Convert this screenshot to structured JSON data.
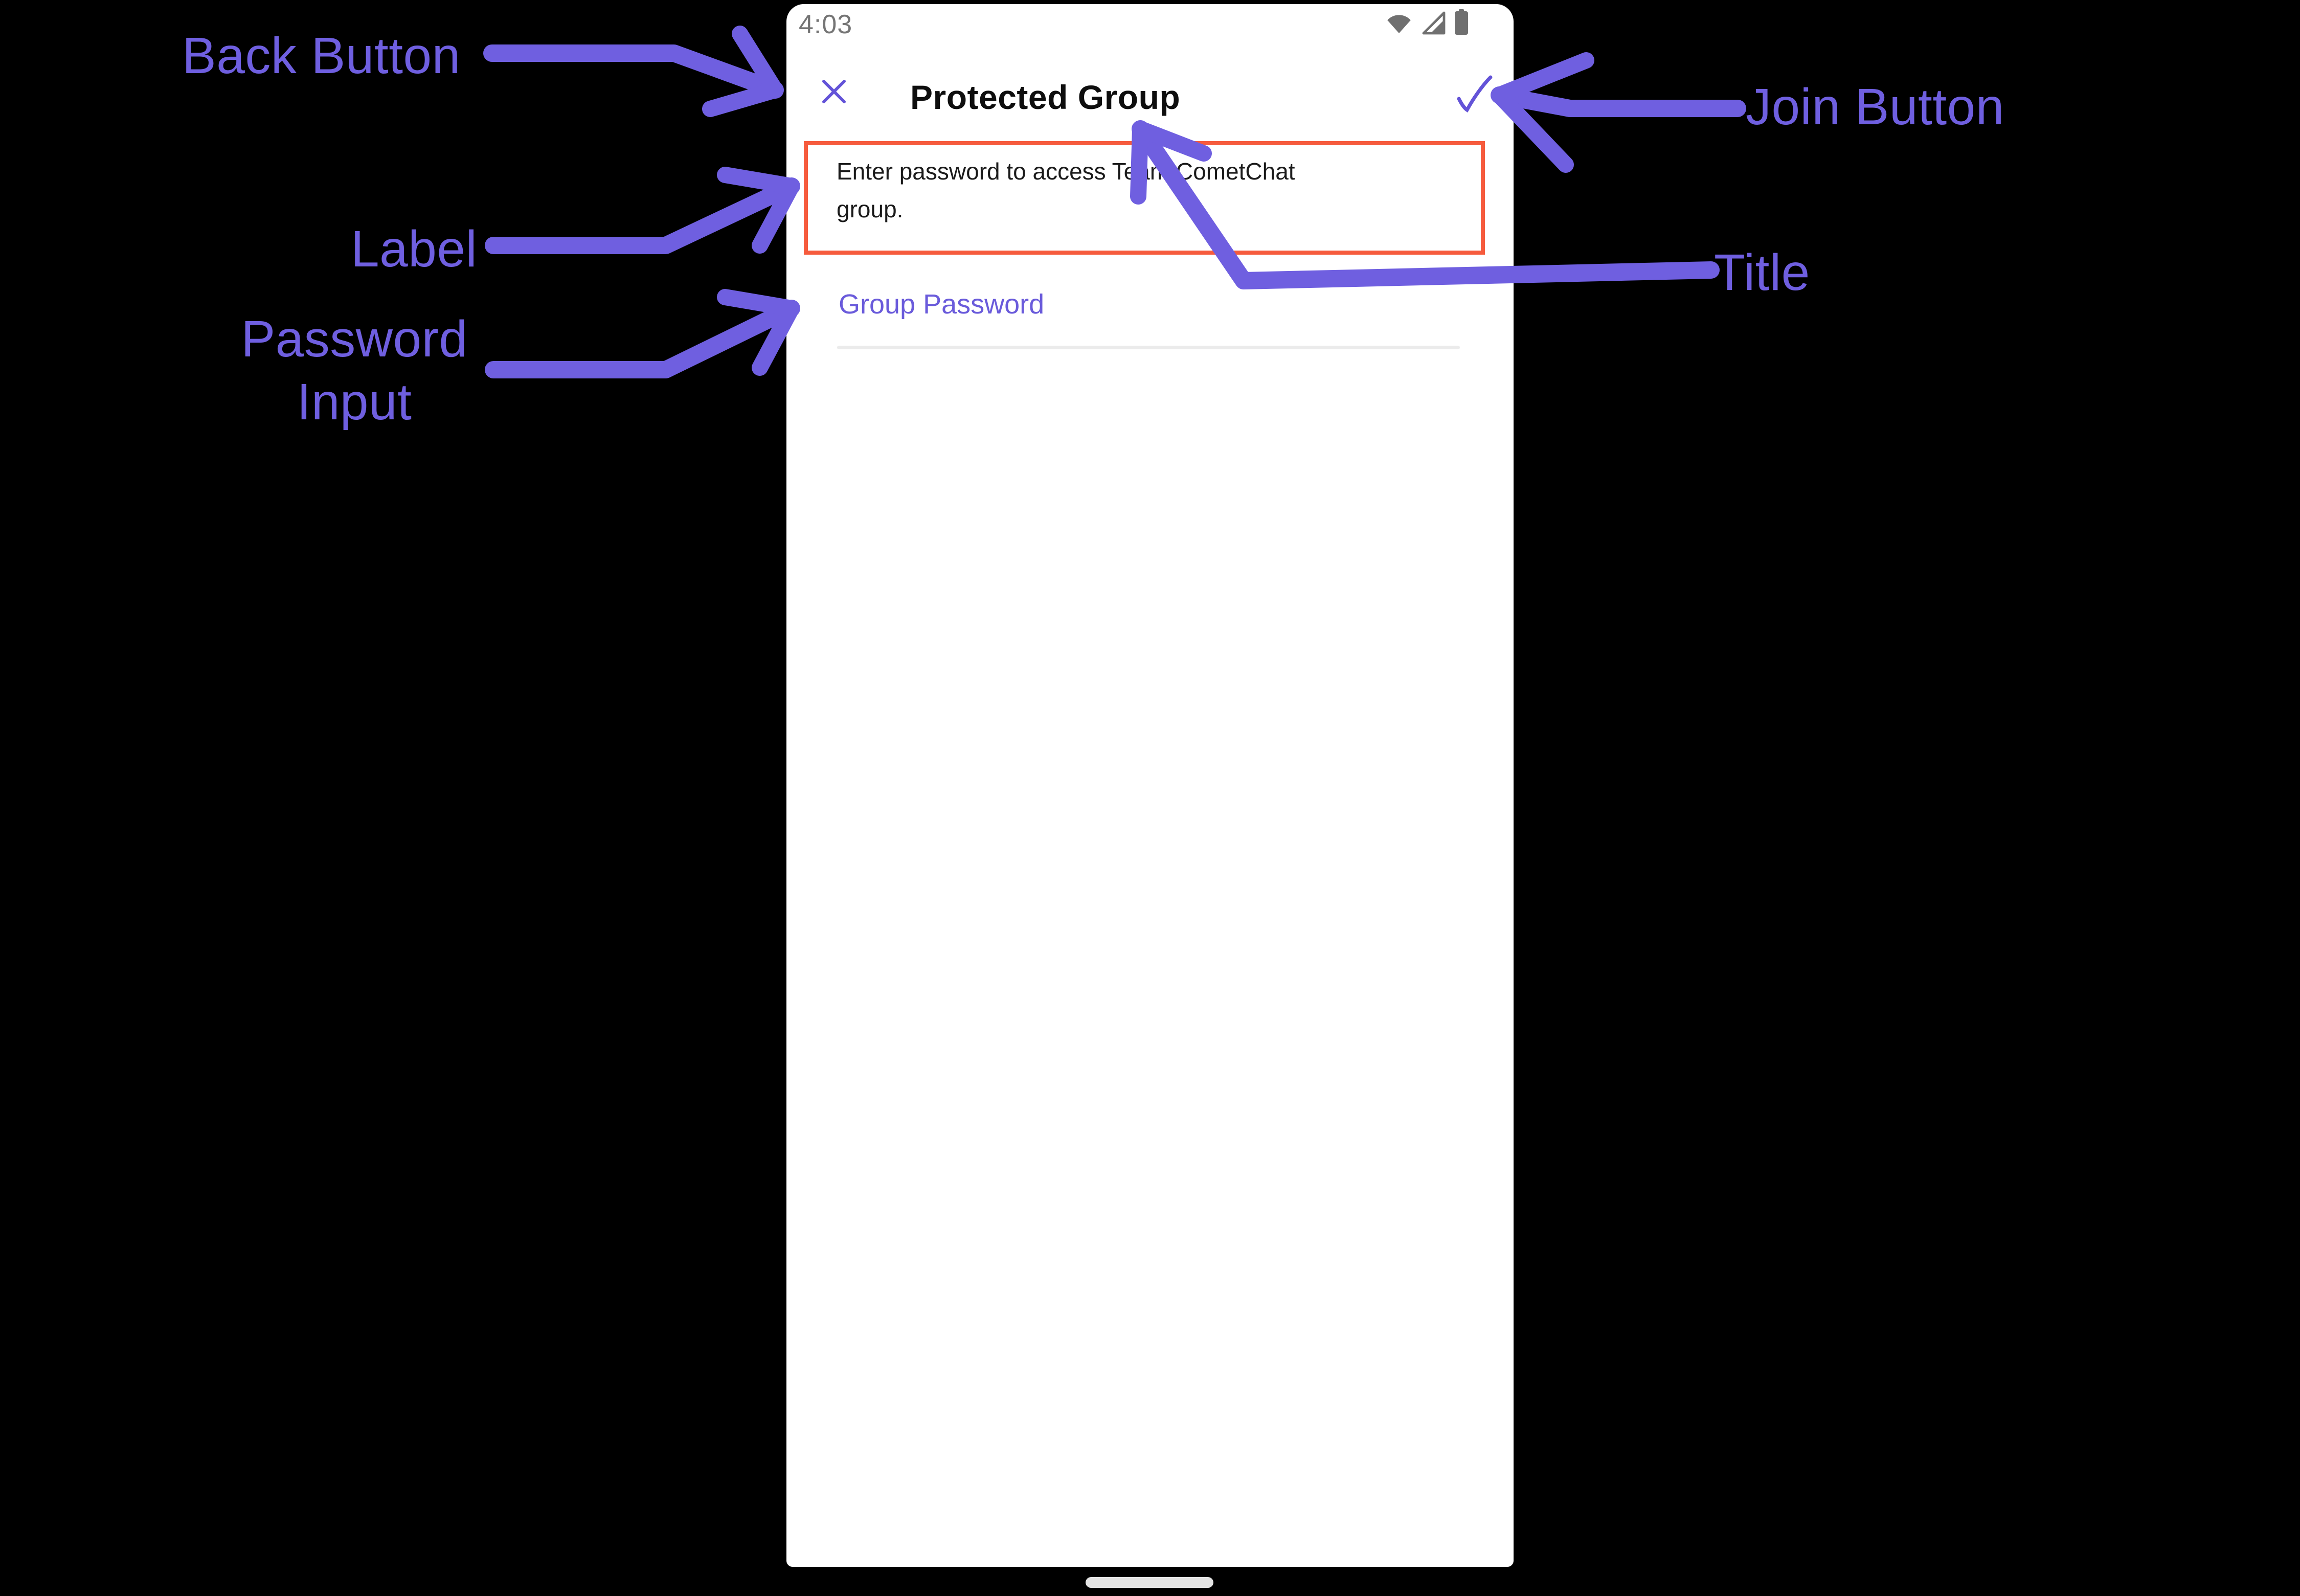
{
  "phone": {
    "status_bar": {
      "time": "4:03",
      "icons": [
        "wifi-icon",
        "signal-icon",
        "battery-icon"
      ]
    },
    "header": {
      "title": "Protected Group",
      "close_icon": "close-icon",
      "confirm_icon": "check-icon"
    },
    "content": {
      "label_text": "Enter password to access Team CometChat group.",
      "password_label": "Group Password",
      "password_value": ""
    }
  },
  "annotations": {
    "back_button": "Back Button",
    "join_button": "Join Button",
    "label": "Label",
    "password_input": "Password Input",
    "title": "Title"
  },
  "colors": {
    "canvas_bg": "#000000",
    "annotation_purple": "#6F5FE0",
    "app_purple": "#6353D8",
    "highlight_red": "#F65B3D",
    "status_gray": "#707070"
  }
}
